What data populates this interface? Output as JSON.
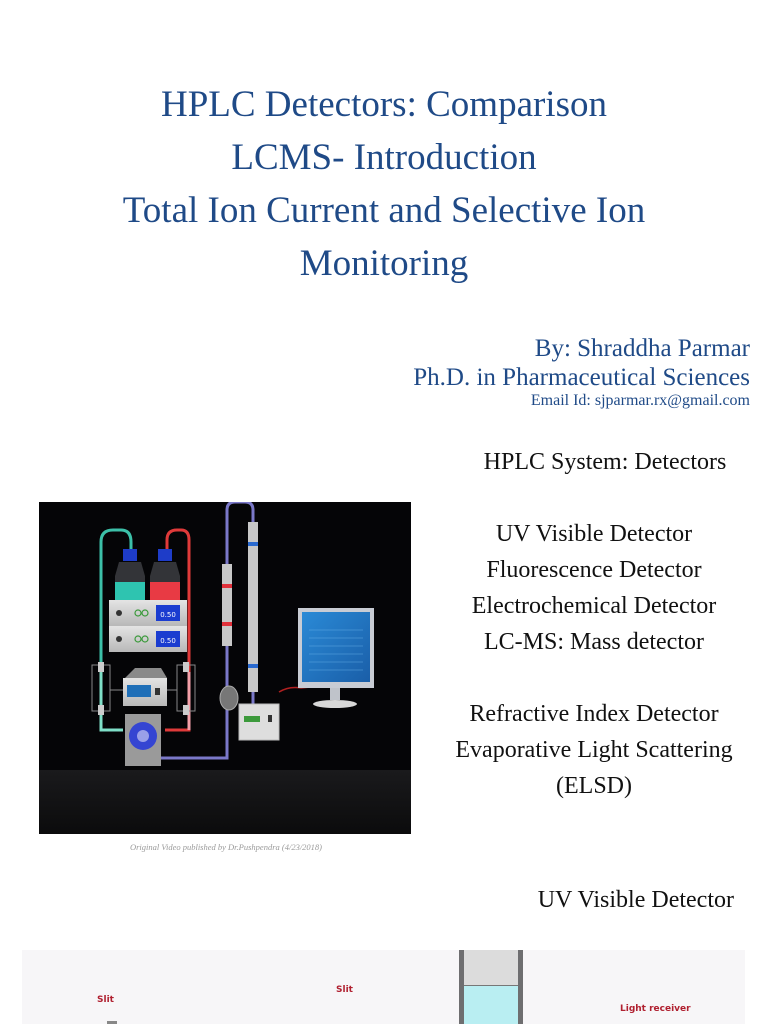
{
  "title": {
    "lines": [
      "HPLC Detectors: Comparison",
      "LCMS- Introduction",
      "Total Ion Current and Selective Ion",
      "Monitoring"
    ],
    "color": "#1f4a87"
  },
  "author": {
    "name": "By: Shraddha Parmar",
    "degree": "Ph.D. in Pharmaceutical Sciences",
    "email": "Email Id: sjparmar.rx@gmail.com"
  },
  "hplc_figure": {
    "pump_display_1": "0.50",
    "pump_display_2": "0.50",
    "caption": "Original Video published by Dr.Pushpendra (4/23/2018)",
    "colors": {
      "background": "#050507",
      "solvent_a": "#3cc0a8",
      "solvent_b": "#e03a3a",
      "tubing": "#7a78c8",
      "screen": "#1f6fb8"
    }
  },
  "detectors_section": {
    "heading": "HPLC System: Detectors",
    "group1": [
      "UV Visible Detector",
      "Fluorescence Detector",
      "Electrochemical  Detector",
      "LC-MS: Mass detector"
    ],
    "group2": [
      "Refractive Index  Detector",
      "Evaporative Light Scattering",
      "(ELSD)"
    ]
  },
  "uv_section": {
    "heading": "UV Visible Detector",
    "labels": {
      "slit_left": "Slit",
      "slit_middle": "Slit",
      "light_receiver": "Light receiver"
    }
  }
}
